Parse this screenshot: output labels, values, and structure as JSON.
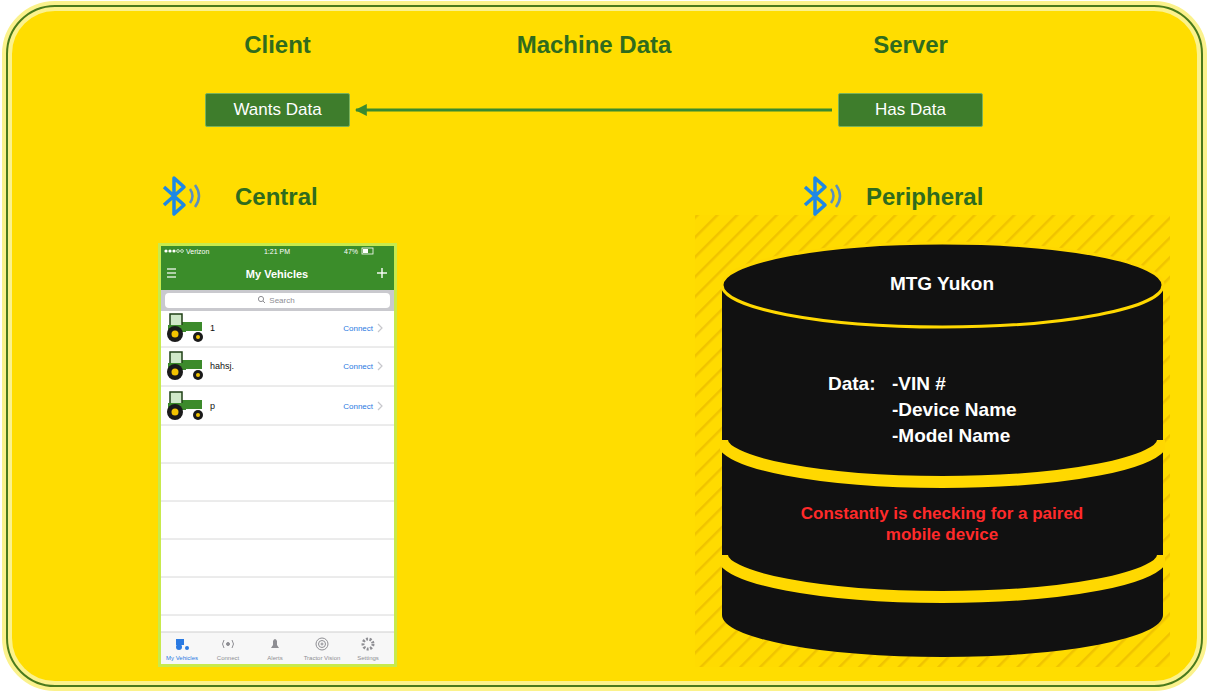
{
  "diagram": {
    "nodes": [
      {
        "text": [
          "Client",
          "Wants Data"
        ]
      },
      {
        "text": [
          "Server",
          "Has Data"
        ]
      },
      {
        "text": [
          "MTG Yukon",
          "Data:",
          "-VIN #",
          "-Device Name",
          "-Model Name",
          "Constantly is checking for a paired mobile device"
        ]
      }
    ],
    "edges": [
      {
        "from": 1,
        "to": 0,
        "label": "Machine Data",
        "arrow": "to"
      }
    ],
    "labels": [
      "Central",
      "Peripheral",
      "Verizon",
      "1:21 PM",
      "47%",
      "My Vehicles",
      "Search",
      "1",
      "Connect",
      "hahsj.",
      "Connect",
      "p",
      "Connect",
      "My Vehicles",
      "Connect",
      "Alerts",
      "Tractor Vision",
      "Settings"
    ]
  }
}
